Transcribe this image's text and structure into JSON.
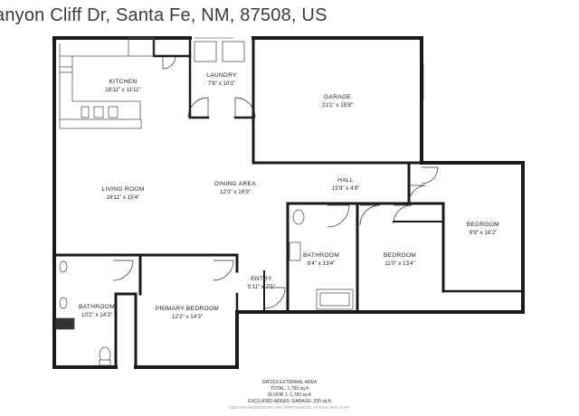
{
  "address": "anyon Cliff Dr, Santa Fe, NM, 87508, US",
  "rooms": {
    "kitchen": {
      "name": "KITCHEN",
      "dims": "16'11\" x 11'11\""
    },
    "laundry": {
      "name": "LAUNDRY",
      "dims": "7'8\" x 10'1\""
    },
    "garage": {
      "name": "GARAGE",
      "dims": "21'1\" x 15'8\""
    },
    "living_room": {
      "name": "LIVING ROOM",
      "dims": "16'11\" x 15'4\""
    },
    "dining_area": {
      "name": "DINING AREA",
      "dims": "12'3\" x 16'9\""
    },
    "hall": {
      "name": "HALL",
      "dims": "15'9\" x 4'9\""
    },
    "bedroom_right": {
      "name": "BEDROOM",
      "dims": "9'9\" x 16'2\""
    },
    "bathroom_middle": {
      "name": "BATHROOM",
      "dims": "8'4\" x 13'4\""
    },
    "bedroom_middle": {
      "name": "BEDROOM",
      "dims": "11'0\" x 13'4\""
    },
    "entry": {
      "name": "ENTRY",
      "dims": "5'11\" x 7'5\""
    },
    "bathroom_left": {
      "name": "BATHROOM",
      "dims": "10'2\" x 14'3\""
    },
    "primary_bedroom": {
      "name": "PRIMARY BEDROOM",
      "dims": "12'2\" x 14'3\""
    }
  },
  "footer": {
    "title": "GROSS EXTERNAL AREA",
    "total": "TOTAL: 1,783 sq ft",
    "floor1": "FLOOR 1: 1,783 sq ft",
    "excluded": "EXCLUDED AREAS: GARAGE: 330 sq ft",
    "disclaimer": "SIZE AND DIMENSIONS ARE APPROXIMATE, ACTUAL MAY VARY."
  }
}
